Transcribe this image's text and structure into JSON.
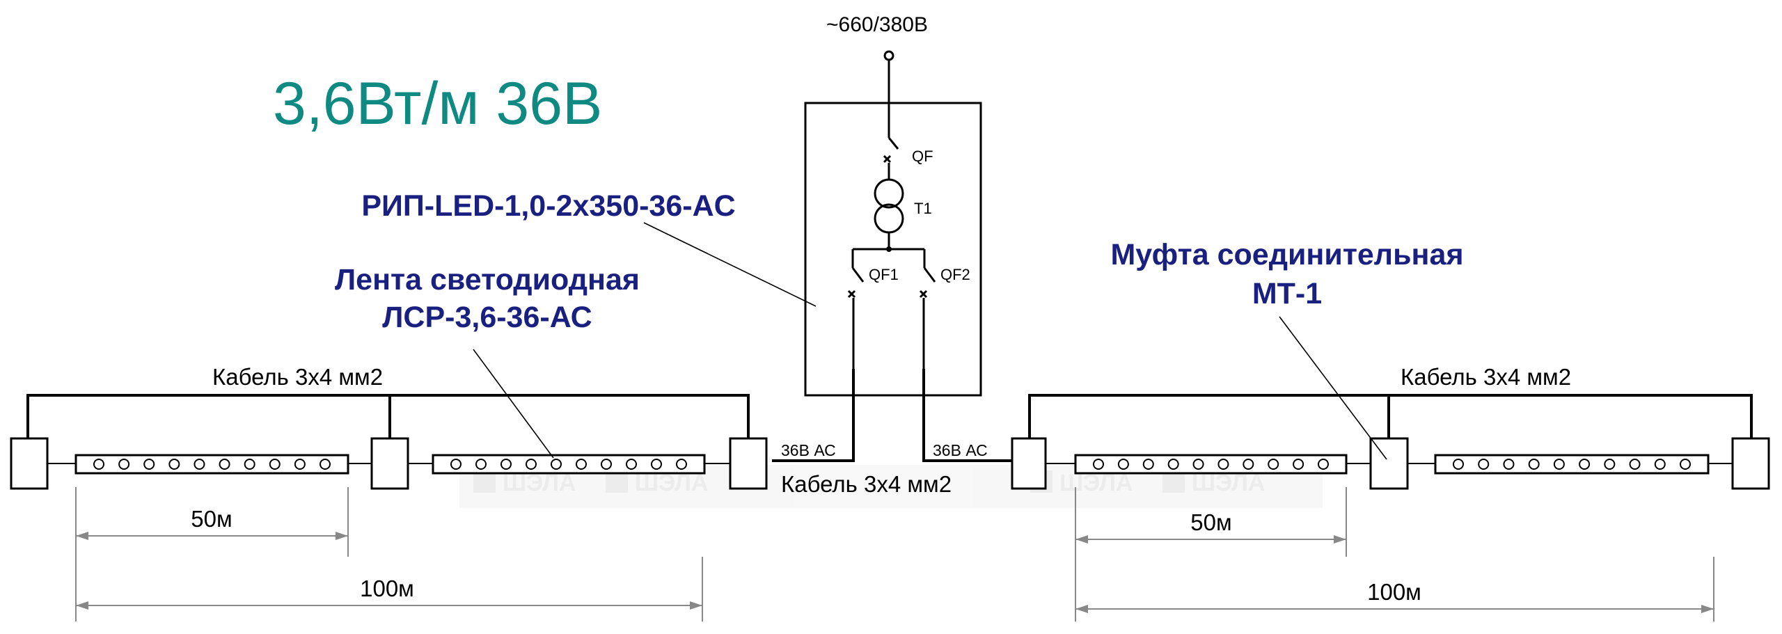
{
  "title": "3,6Вт/м 36В",
  "supply": "~660/380В",
  "breakers": {
    "main": "QF",
    "branch1": "QF1",
    "branch2": "QF2"
  },
  "transformer": "T1",
  "labels": {
    "power_unit": "РИП-LED-1,0-2x350-36-AC",
    "strip_line1": "Лента светодиодная",
    "strip_line2": "ЛСР-3,6-36-АС",
    "coupler_line1": "Муфта соединительная",
    "coupler_line2": "МТ-1"
  },
  "cables": {
    "left_bus": "Кабель 3x4 мм2",
    "right_bus": "Кабель 3x4 мм2",
    "center": "Кабель 3x4 мм2"
  },
  "voltage_tags": {
    "left": "36В АС",
    "right": "36В АС"
  },
  "dimensions": {
    "left_segment": "50м",
    "left_total": "100м",
    "right_segment": "50м",
    "right_total": "100м"
  },
  "watermark": "ШЭЛА",
  "colors": {
    "title": "#0f8a83",
    "label": "#1a2080",
    "line": "#000000",
    "dimension": "#888888"
  }
}
